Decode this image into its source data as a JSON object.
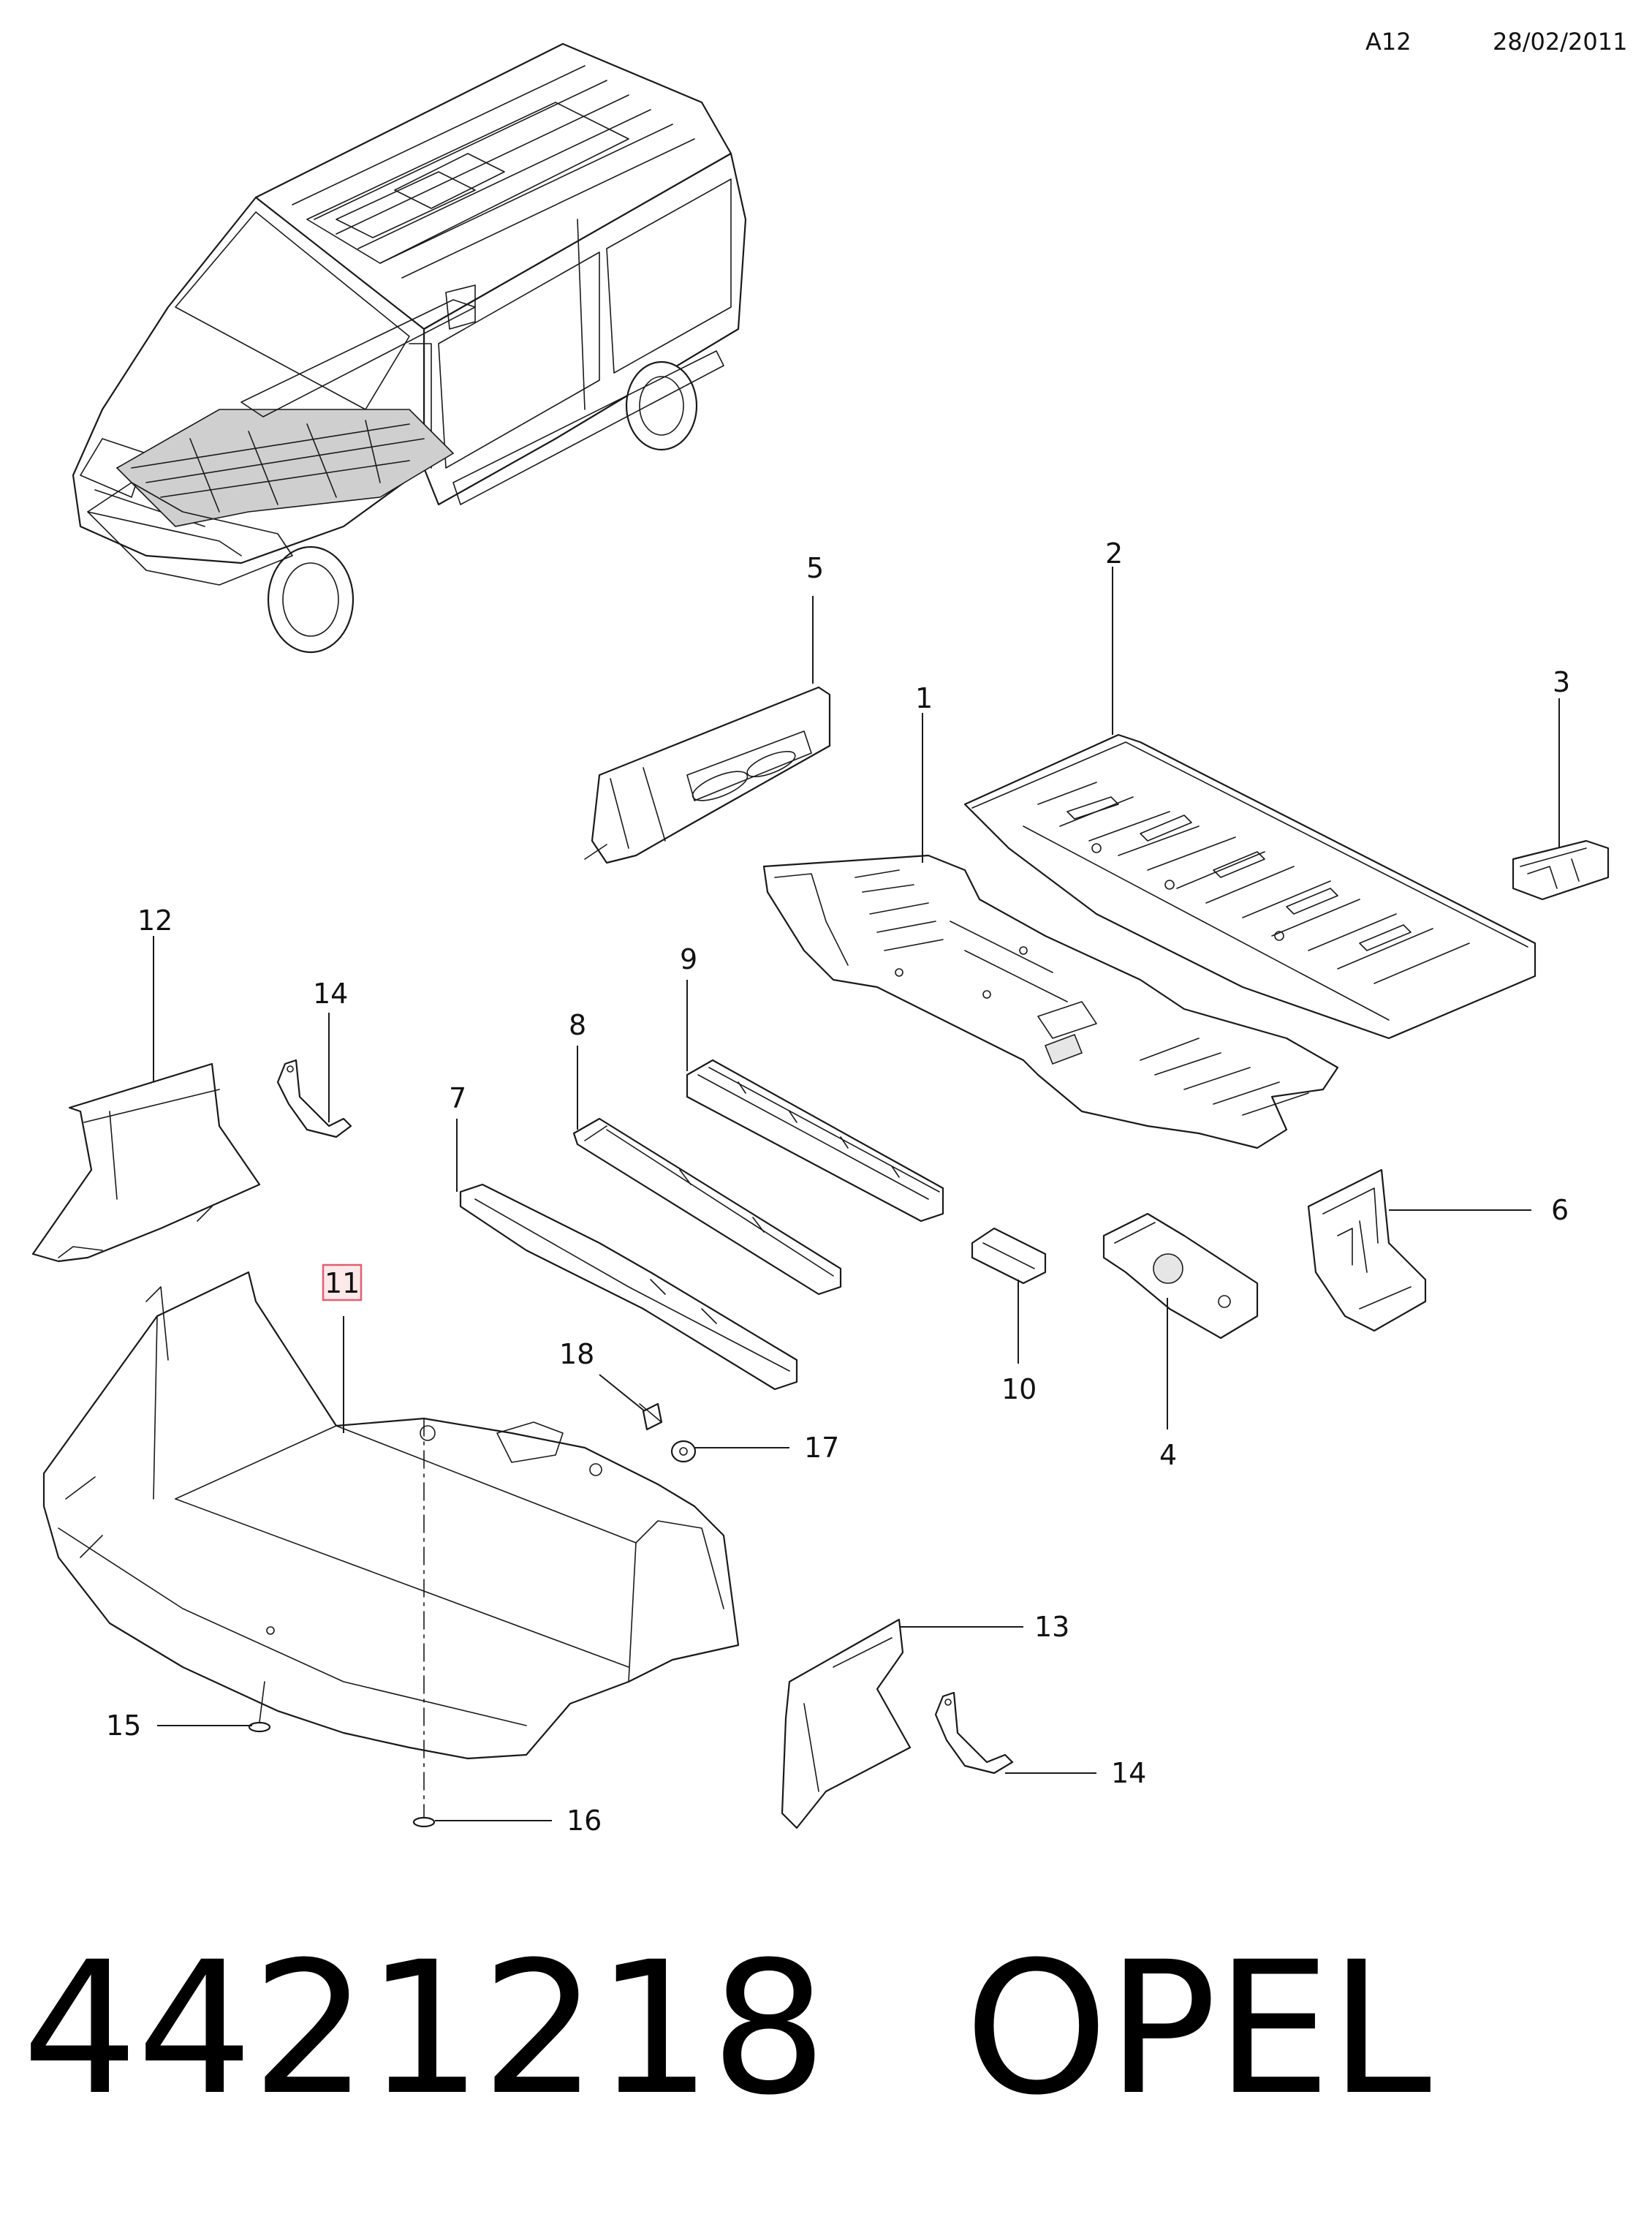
{
  "header": {
    "code": "A12",
    "date": "28/02/2011"
  },
  "callouts": {
    "c1": "1",
    "c2": "2",
    "c3": "3",
    "c4": "4",
    "c5": "5",
    "c6": "6",
    "c7": "7",
    "c8": "8",
    "c9": "9",
    "c10": "10",
    "c11": "11",
    "c12": "12",
    "c13": "13",
    "c14a": "14",
    "c14b": "14",
    "c15": "15",
    "c16": "16",
    "c17": "17",
    "c18": "18"
  },
  "highlighted_callout": "11",
  "footer": {
    "part_number": "4421218",
    "brand": "OPEL"
  }
}
